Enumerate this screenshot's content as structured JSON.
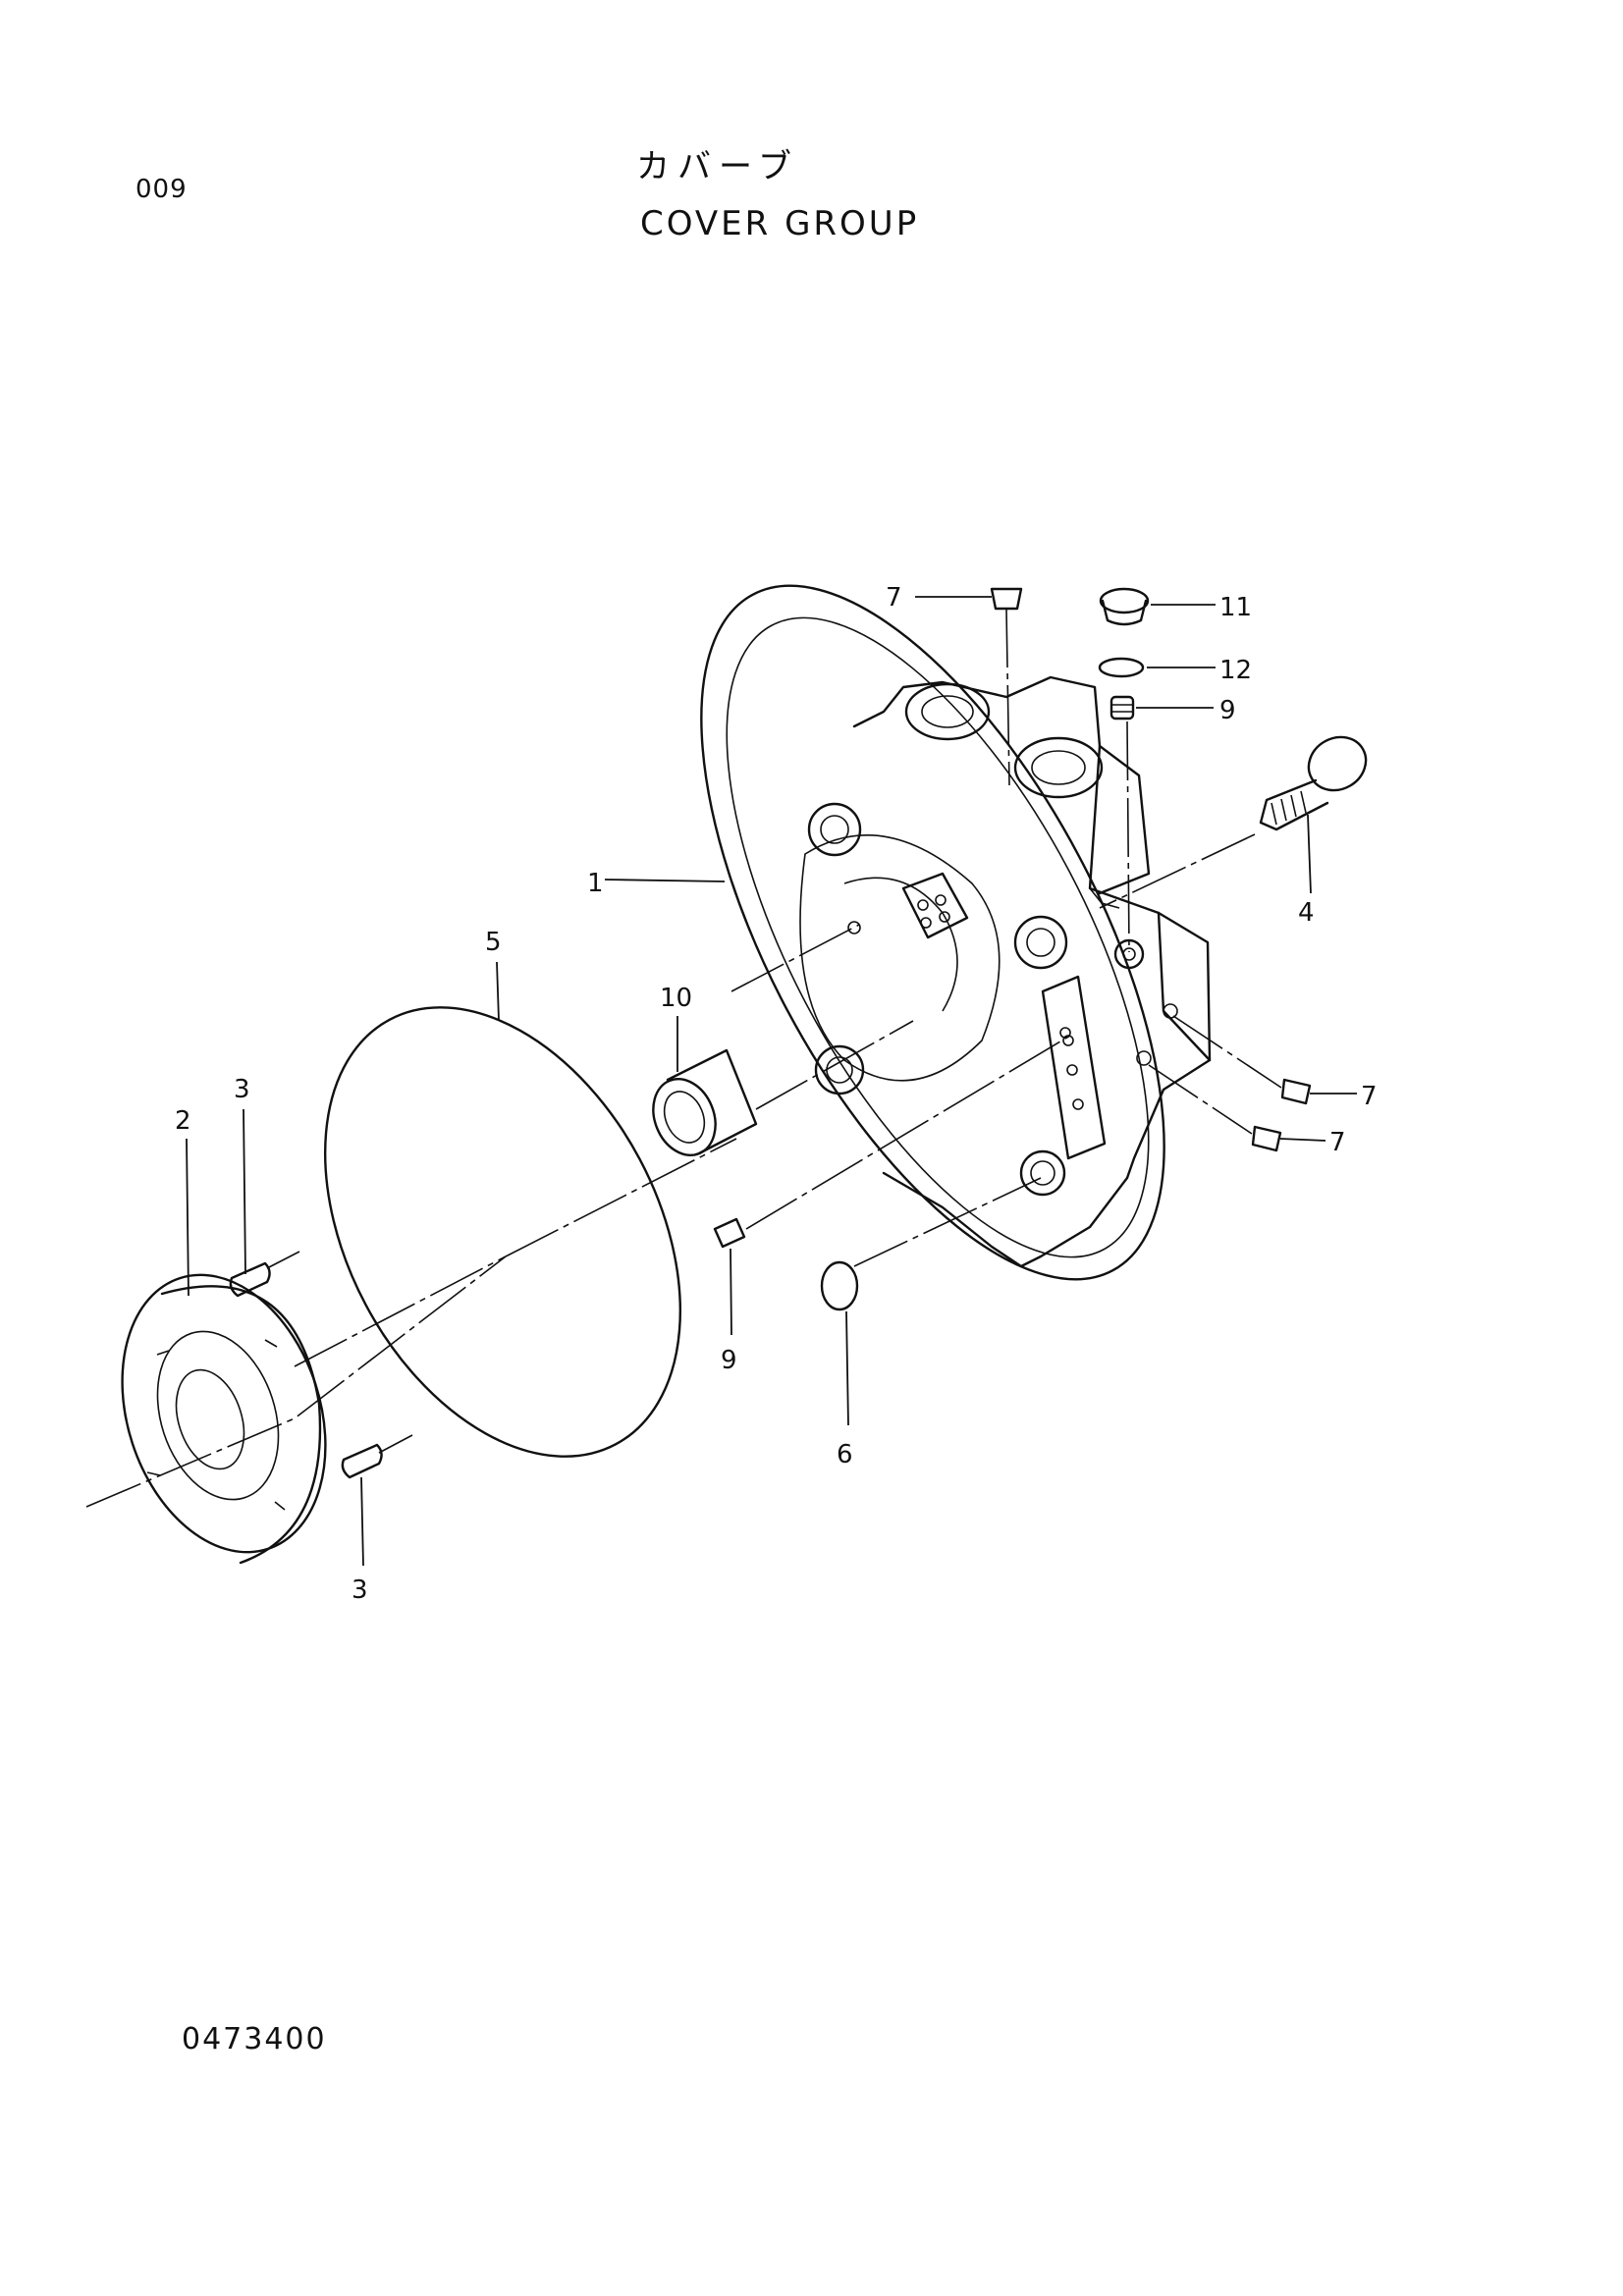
{
  "page": {
    "page_number": "009",
    "title_jp": "カバーブ",
    "title_en": "COVER GROUP",
    "drawing_number": "0473400"
  },
  "callouts": [
    {
      "id": "c7-top",
      "label": "7"
    },
    {
      "id": "c11",
      "label": "11"
    },
    {
      "id": "c12",
      "label": "12"
    },
    {
      "id": "c9-top",
      "label": "9"
    },
    {
      "id": "c4",
      "label": "4"
    },
    {
      "id": "c1",
      "label": "1"
    },
    {
      "id": "c5",
      "label": "5"
    },
    {
      "id": "c10",
      "label": "10"
    },
    {
      "id": "c7-right-a",
      "label": "7"
    },
    {
      "id": "c7-right-b",
      "label": "7"
    },
    {
      "id": "c3-top",
      "label": "3"
    },
    {
      "id": "c2",
      "label": "2"
    },
    {
      "id": "c9-bottom",
      "label": "9"
    },
    {
      "id": "c6",
      "label": "6"
    },
    {
      "id": "c3-bottom",
      "label": "3"
    }
  ]
}
